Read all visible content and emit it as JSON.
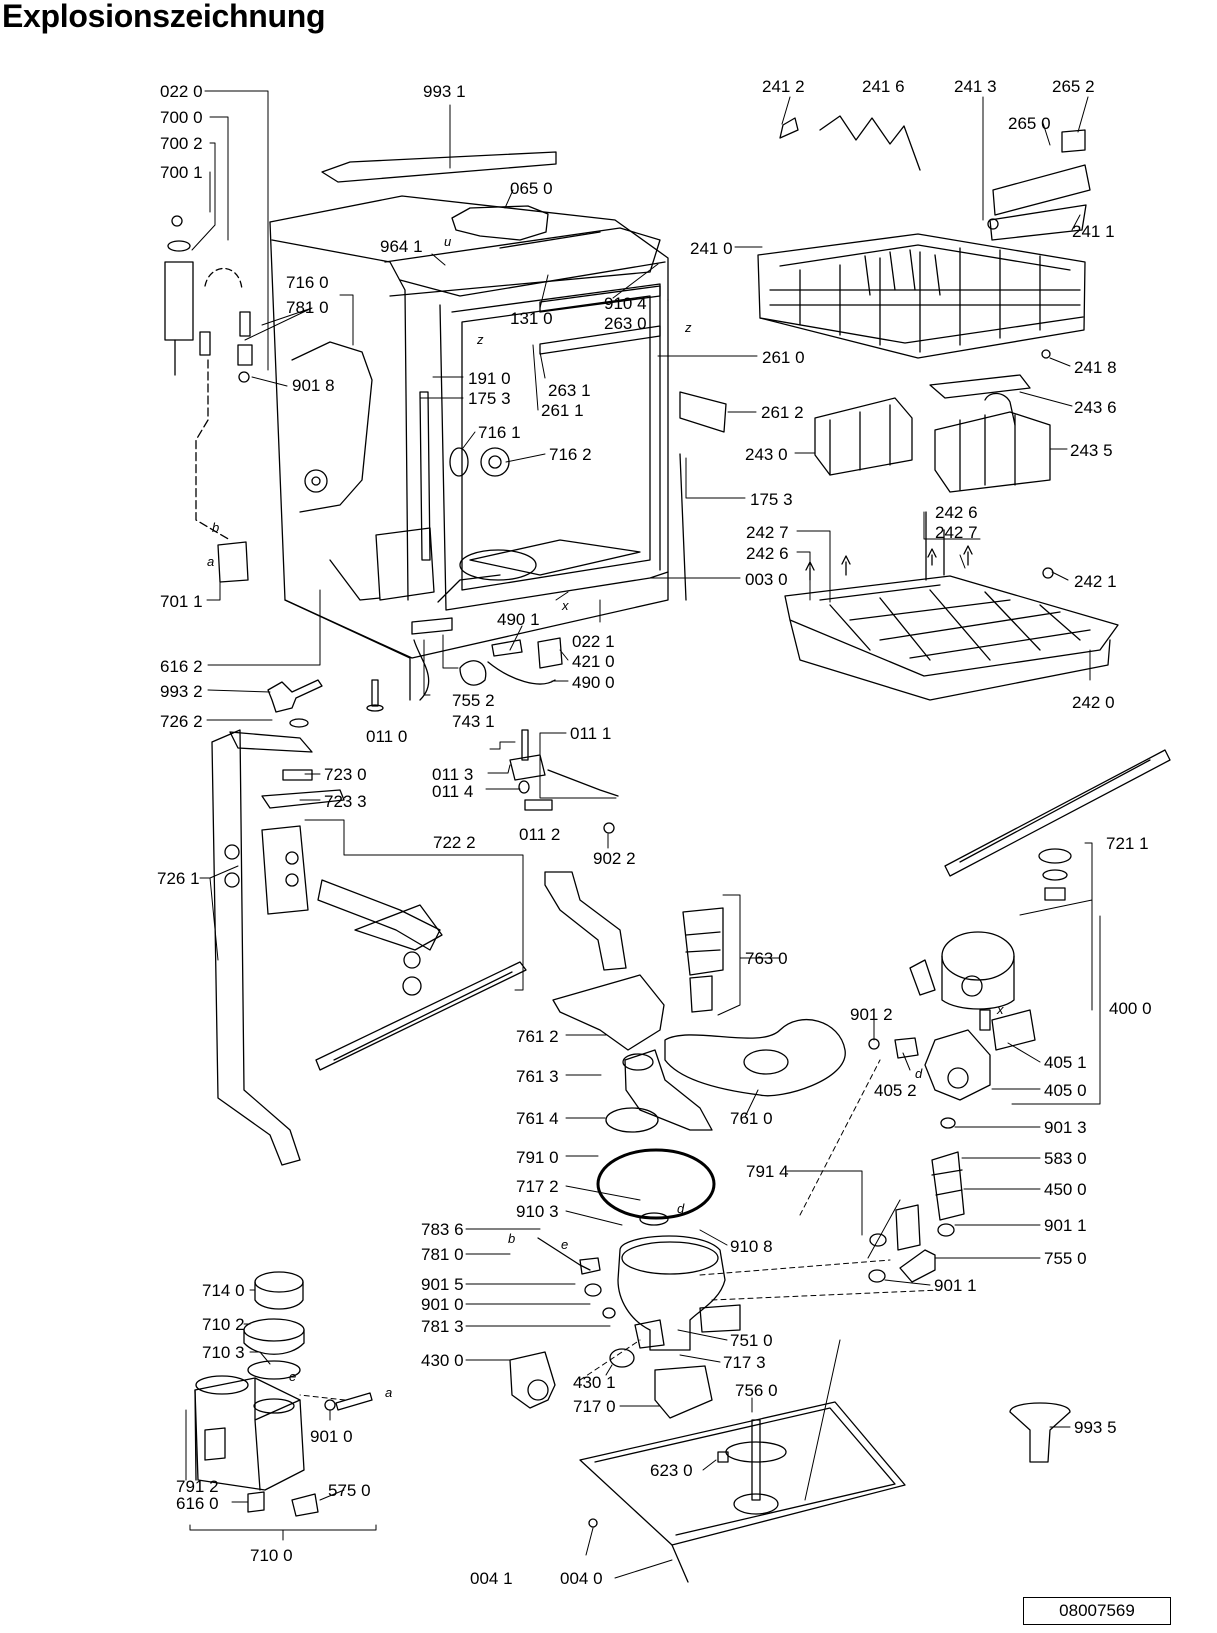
{
  "title": "Explosionszeichnung",
  "drawing_number": "08007569",
  "part_labels": [
    "022 0",
    "700 0",
    "700 2",
    "700 1",
    "993 1",
    "065 0",
    "964 1",
    "716 0",
    "781 0",
    "901 8",
    "910 4",
    "131 0",
    "263 0",
    "261 0",
    "263 1",
    "261 1",
    "261 2",
    "191 0",
    "175 3",
    "716 1",
    "716 2",
    "175 3",
    "003 0",
    "701 1",
    "616 2",
    "993 2",
    "490 1",
    "022 1",
    "421 0",
    "490 0",
    "755 2",
    "743 1",
    "011 0",
    "241 2",
    "241 6",
    "241 3",
    "265 2",
    "265 0",
    "241 0",
    "241 1",
    "241 8",
    "243 6",
    "243 0",
    "243 5",
    "242 6",
    "242 7",
    "242 7",
    "242 6",
    "242 1",
    "242 0",
    "726 2",
    "723 0",
    "723 3",
    "011 1",
    "011 3",
    "011 4",
    "011 2",
    "902 2",
    "722 2",
    "726 1",
    "721 1",
    "763 0",
    "400 0",
    "901 2",
    "405 1",
    "405 2",
    "405 0",
    "761 2",
    "761 3",
    "761 4",
    "761 0",
    "791 0",
    "901 3",
    "583 0",
    "791 4",
    "450 0",
    "717 2",
    "910 3",
    "910 8",
    "901 1",
    "783 6",
    "781 0",
    "755 0",
    "901 1",
    "901 5",
    "901 0",
    "781 3",
    "751 0",
    "714 0",
    "710 2",
    "430 0",
    "717 3",
    "710 3",
    "430 1",
    "756 0",
    "717 0",
    "901 0",
    "993 5",
    "623 0",
    "791 2",
    "616 0",
    "575 0",
    "004 1",
    "004 0",
    "710 0"
  ],
  "assembly_markers": [
    "u",
    "z",
    "z",
    "x",
    "b",
    "a",
    "x",
    "d",
    "b",
    "e",
    "d",
    "e",
    "a"
  ]
}
